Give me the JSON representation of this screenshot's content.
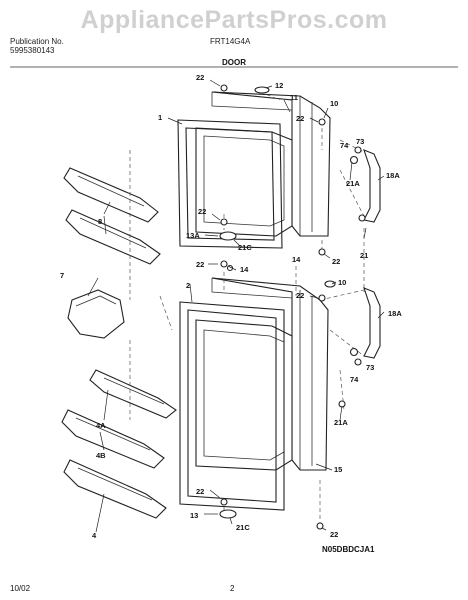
{
  "header": {
    "publication_label": "Publication No.",
    "publication_no": "5995380143",
    "model": "FRT14G4A"
  },
  "section_title": "DOOR",
  "watermark": "AppliancePartsPros.com",
  "footer": {
    "date": "10/02",
    "page": "2",
    "diagram_code": "N05DBDCJA1"
  },
  "callouts": [
    "1",
    "2",
    "4",
    "4A",
    "4B",
    "7",
    "8",
    "10",
    "10",
    "11",
    "12",
    "13",
    "13A",
    "14",
    "14",
    "15",
    "18A",
    "18A",
    "21",
    "21A",
    "21A",
    "21C",
    "21C",
    "22",
    "22",
    "22",
    "22",
    "22",
    "22",
    "22",
    "22",
    "73",
    "73",
    "74",
    "74"
  ]
}
